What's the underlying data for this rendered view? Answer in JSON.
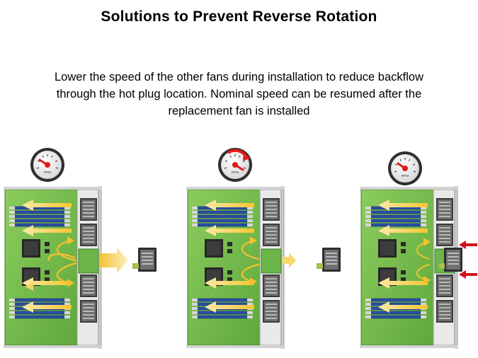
{
  "slide": {
    "title": "Solutions to Prevent Reverse Rotation",
    "body": "Lower the speed of the other fans during installation to reduce backflow through the hot plug location. Nominal speed can be resumed after the replacement fan is installed"
  },
  "gauges": [
    {
      "label": "RPM",
      "state": "normal"
    },
    {
      "label": "RPM",
      "state": "reduced"
    },
    {
      "label": "RPM",
      "state": "normal"
    }
  ],
  "panels": [
    {
      "step": "fan-removed",
      "outflow": "strong"
    },
    {
      "step": "fan-removed-speed-lowered",
      "outflow": "weak"
    },
    {
      "step": "fan-inserted",
      "outflow": "none"
    }
  ],
  "colors": {
    "board": "#72b84a",
    "board_edge": "#3f7f2c",
    "airflow_arrow": "#f5c33b",
    "dimm": "#2a4ea1",
    "chip": "#2b2b2b",
    "insert_arrow": "#d0131a",
    "gauge_needle": "#e01b1b"
  },
  "icons": [
    "rpm-gauge-icon",
    "fan-module-icon",
    "airflow-arrow-icon",
    "insert-arrow-icon"
  ]
}
